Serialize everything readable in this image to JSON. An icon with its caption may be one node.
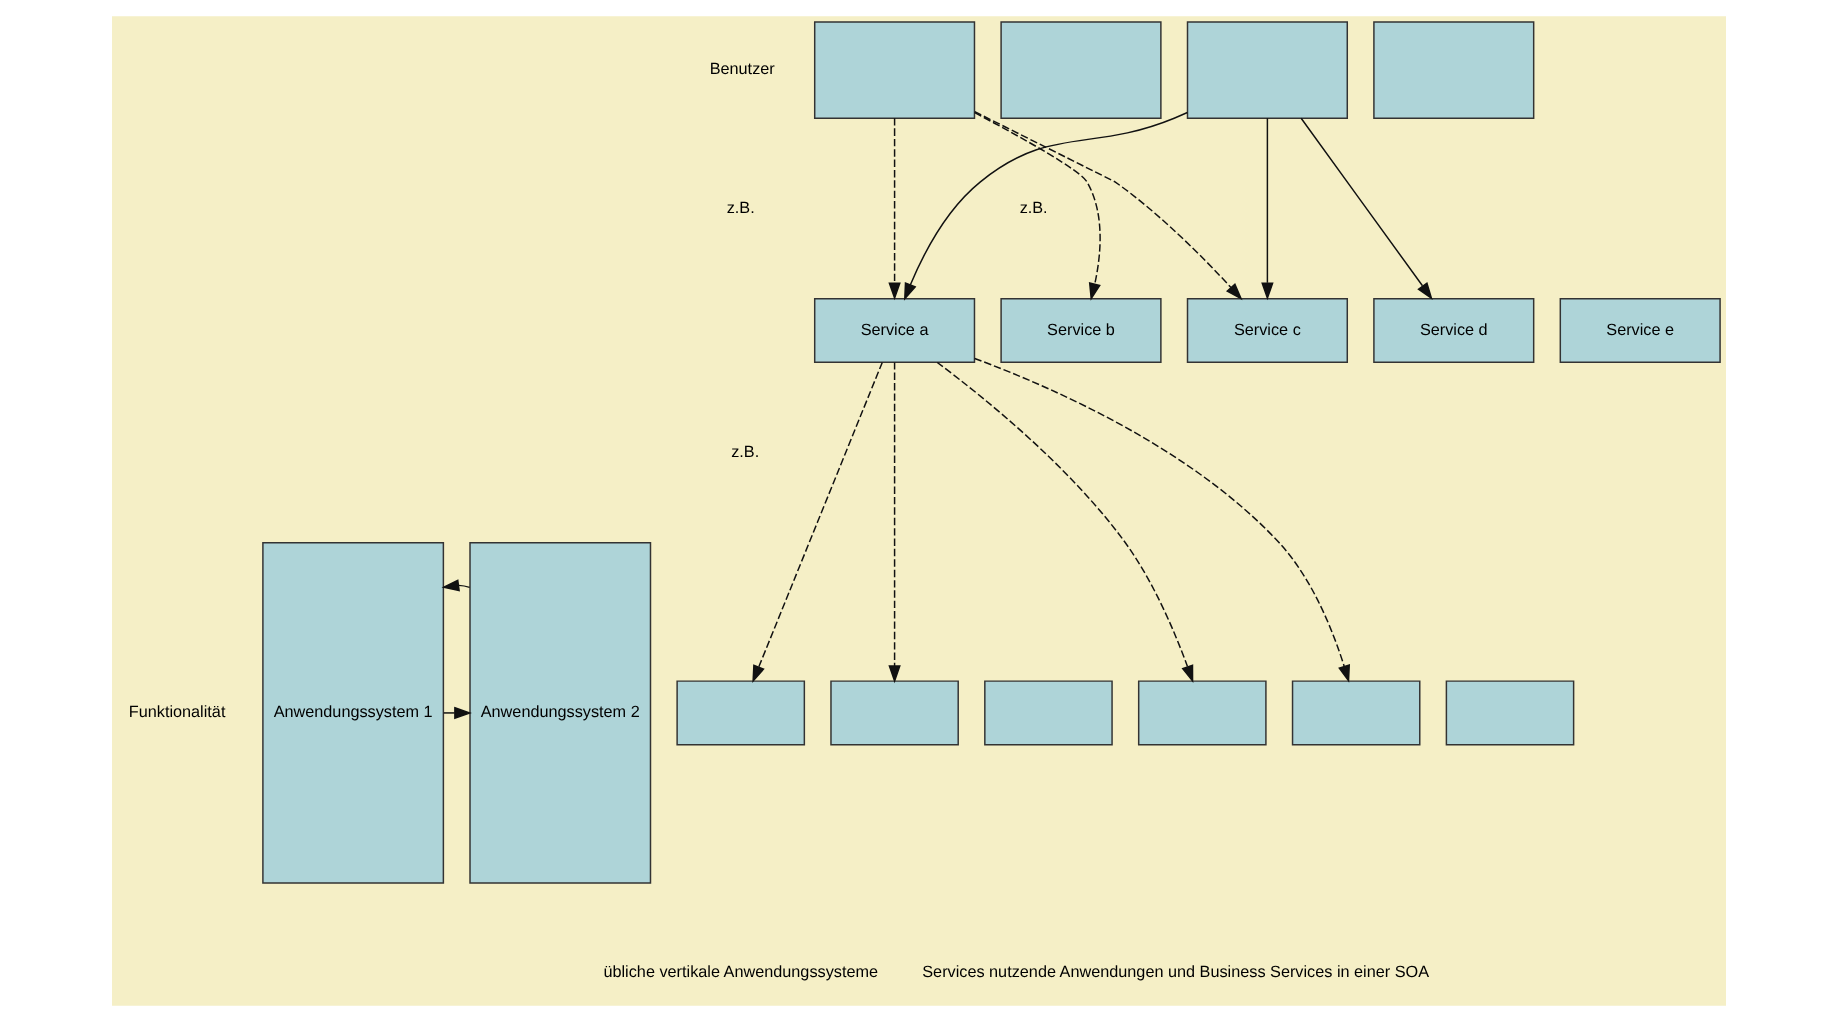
{
  "diagram": {
    "nodes": [
      {
        "text": [
          "Anwendungssystem 1"
        ]
      },
      {
        "text": [
          "Anwendungssystem 2"
        ]
      },
      {
        "text": [],
        "shape": "box"
      },
      {
        "text": [],
        "shape": "box"
      },
      {
        "text": [],
        "shape": "box"
      },
      {
        "text": [],
        "shape": "box"
      },
      {
        "text": [
          "Service a"
        ]
      },
      {
        "text": [
          "Service b"
        ]
      },
      {
        "text": [
          "Service c"
        ]
      },
      {
        "text": [
          "Service d"
        ]
      },
      {
        "text": [
          "Service e"
        ]
      },
      {
        "text": [],
        "shape": "box"
      },
      {
        "text": [],
        "shape": "box"
      },
      {
        "text": [],
        "shape": "box"
      },
      {
        "text": [],
        "shape": "box"
      },
      {
        "text": [],
        "shape": "box"
      },
      {
        "text": [],
        "shape": "box"
      }
    ],
    "edges": [
      {
        "from": 0,
        "to": 1,
        "arrow": "to"
      },
      {
        "from": 1,
        "to": 0,
        "arrow": "to"
      },
      {
        "from": 2,
        "to": 6,
        "arrow": "to",
        "style": "dashed"
      },
      {
        "from": 2,
        "to": 7,
        "arrow": "to",
        "style": "dashed"
      },
      {
        "from": 2,
        "to": 8,
        "arrow": "to",
        "style": "dashed"
      },
      {
        "from": 4,
        "to": 6,
        "arrow": "to"
      },
      {
        "from": 4,
        "to": 8,
        "arrow": "to"
      },
      {
        "from": 4,
        "to": 9,
        "arrow": "to"
      },
      {
        "from": 6,
        "to": 11,
        "arrow": "to",
        "style": "dashed"
      },
      {
        "from": 6,
        "to": 12,
        "arrow": "to",
        "style": "dashed"
      },
      {
        "from": 6,
        "to": 14,
        "arrow": "to",
        "style": "dashed"
      },
      {
        "from": 6,
        "to": 15,
        "arrow": "to",
        "style": "dashed"
      }
    ],
    "labels": [
      "Benutzer",
      "z.B.",
      "z.B.",
      "z.B.",
      "Funktionalität"
    ],
    "legend": [
      {
        "text": "übliche vertikale Anwendungssysteme"
      },
      {
        "text": "Services nutzende Anwendungen und Business Services in einer SOA"
      }
    ]
  }
}
